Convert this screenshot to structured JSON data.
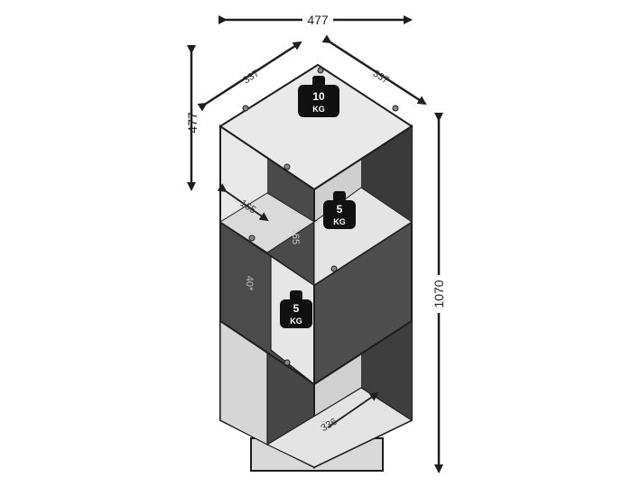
{
  "dimensions": {
    "top_width": "477",
    "left_depth": "337",
    "right_depth": "337",
    "vertical_cube": "477",
    "total_height": "1070",
    "inner_depth": "165",
    "inner_width": "165",
    "shelf_label": "40*",
    "base_diagonal": "336"
  },
  "weights": {
    "top": {
      "value": "10",
      "unit": "KG"
    },
    "mid_right": {
      "value": "5",
      "unit": "KG"
    },
    "mid_left": {
      "value": "5",
      "unit": "KG"
    }
  },
  "colors": {
    "outline": "#1e1e1e",
    "panel_light": "#e9e9e9",
    "panel_mid": "#cfcfcf",
    "panel_dark": "#4a4a4a",
    "panel_darker": "#3a3a3a",
    "weight_fill": "#111111"
  }
}
